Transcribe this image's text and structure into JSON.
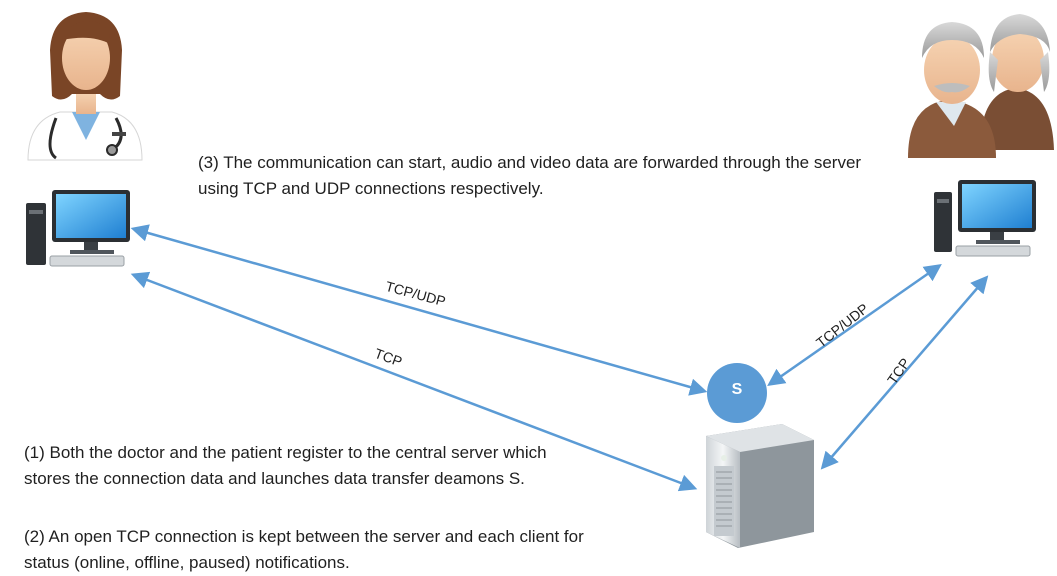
{
  "notes": {
    "step3": "(3) The communication can start, audio and video data are forwarded through the server using TCP and UDP connections respectively.",
    "step1": "(1) Both the doctor and the patient register to the central server which stores the connection data and launches data transfer deamons S.",
    "step2": "(2) An open TCP connection is kept between the server and each client for status (online, offline, paused) notifications."
  },
  "connections": {
    "doctor_daemon": "TCP/UDP",
    "doctor_server": "TCP",
    "patient_daemon": "TCP/UDP",
    "patient_server": "TCP"
  },
  "daemon": {
    "label": "S"
  },
  "colors": {
    "arrow": "#5b9bd5",
    "daemon_fill": "#5b9bd5",
    "text": "#1f1f1f"
  },
  "icons": {
    "doctor": "doctor-icon",
    "patients": "elderly-patients-icon",
    "doctor_pc": "desktop-computer-icon",
    "patient_pc": "desktop-computer-icon",
    "server": "server-tower-icon"
  }
}
